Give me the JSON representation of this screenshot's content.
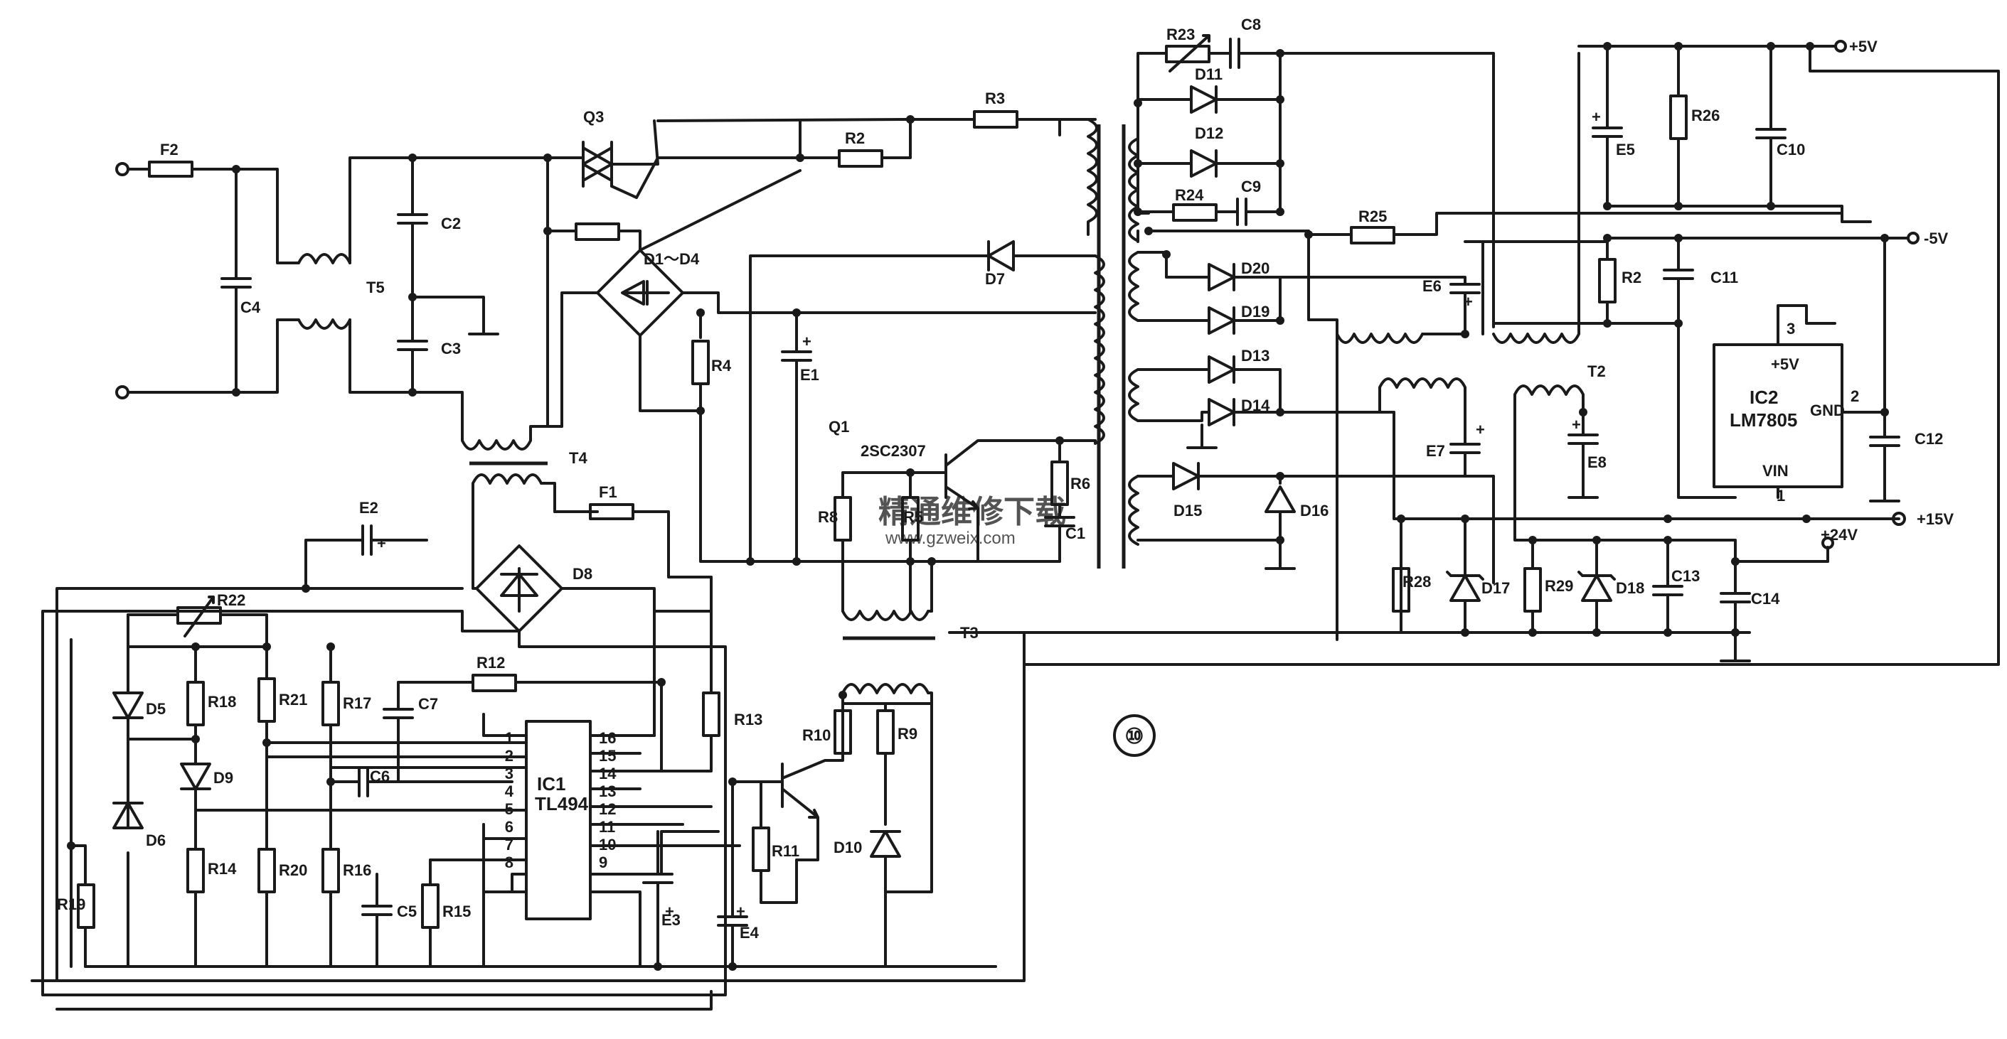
{
  "figure_number": "⑩",
  "terminals": {
    "p5v": "+5V",
    "m5v": "-5V",
    "p15v": "+15V",
    "p24v": "+24V"
  },
  "ics": {
    "ic1": {
      "name": "IC1",
      "part": "TL494",
      "pins_left": [
        "1",
        "2",
        "3",
        "4",
        "5",
        "6",
        "7",
        "8"
      ],
      "pins_right": [
        "16",
        "15",
        "14",
        "13",
        "12",
        "11",
        "10",
        "9"
      ]
    },
    "ic2": {
      "name": "IC2",
      "part": "LM7805",
      "vout": "+5V",
      "vin": "VIN",
      "gnd": "GND",
      "pin1": "1",
      "pin2": "2",
      "pin3": "3"
    }
  },
  "transistor_q1": {
    "name": "Q1",
    "part": "2SC2307"
  },
  "labels": {
    "F1": "F1",
    "F2": "F2",
    "C1": "C1",
    "C2": "C2",
    "C3": "C3",
    "C4": "C4",
    "C5": "C5",
    "C6": "C6",
    "C7": "C7",
    "C8": "C8",
    "C9": "C9",
    "C10": "C10",
    "C11": "C11",
    "C12": "C12",
    "C13": "C13",
    "C14": "C14",
    "E1": "E1",
    "E2": "E2",
    "E3": "E3",
    "E4": "E4",
    "E5": "E5",
    "E6": "E6",
    "E7": "E7",
    "E8": "E8",
    "R2a": "R2",
    "R2b": "R2",
    "R3": "R3",
    "R4": "R4",
    "R5": "R5",
    "R6": "R6",
    "R8": "R8",
    "R9": "R9",
    "R10": "R10",
    "R11": "R11",
    "R12": "R12",
    "R13": "R13",
    "R14": "R14",
    "R15": "R15",
    "R16": "R16",
    "R17": "R17",
    "R18": "R18",
    "R19": "R19",
    "R20": "R20",
    "R21": "R21",
    "R22": "R22",
    "R23": "R23",
    "R24": "R24",
    "R25": "R25",
    "R26": "R26",
    "R28": "R28",
    "R29": "R29",
    "D5": "D5",
    "D6": "D6",
    "D7": "D7",
    "D8": "D8",
    "D9": "D9",
    "D10": "D10",
    "D11": "D11",
    "D12": "D12",
    "D13": "D13",
    "D14": "D14",
    "D15": "D15",
    "D16": "D16",
    "D17": "D17",
    "D18": "D18",
    "D19": "D19",
    "D20": "D20",
    "D1D4": "D1～D4",
    "Q3": "Q3",
    "T2": "T2",
    "T3": "T3",
    "T4": "T4",
    "T5": "T5"
  },
  "watermark": {
    "text": "精通维修下载",
    "url": "www.gzweix.com"
  },
  "colors": {
    "ink": "#1a1a1a",
    "watermark": "#e8b34a",
    "background": "#ffffff"
  }
}
